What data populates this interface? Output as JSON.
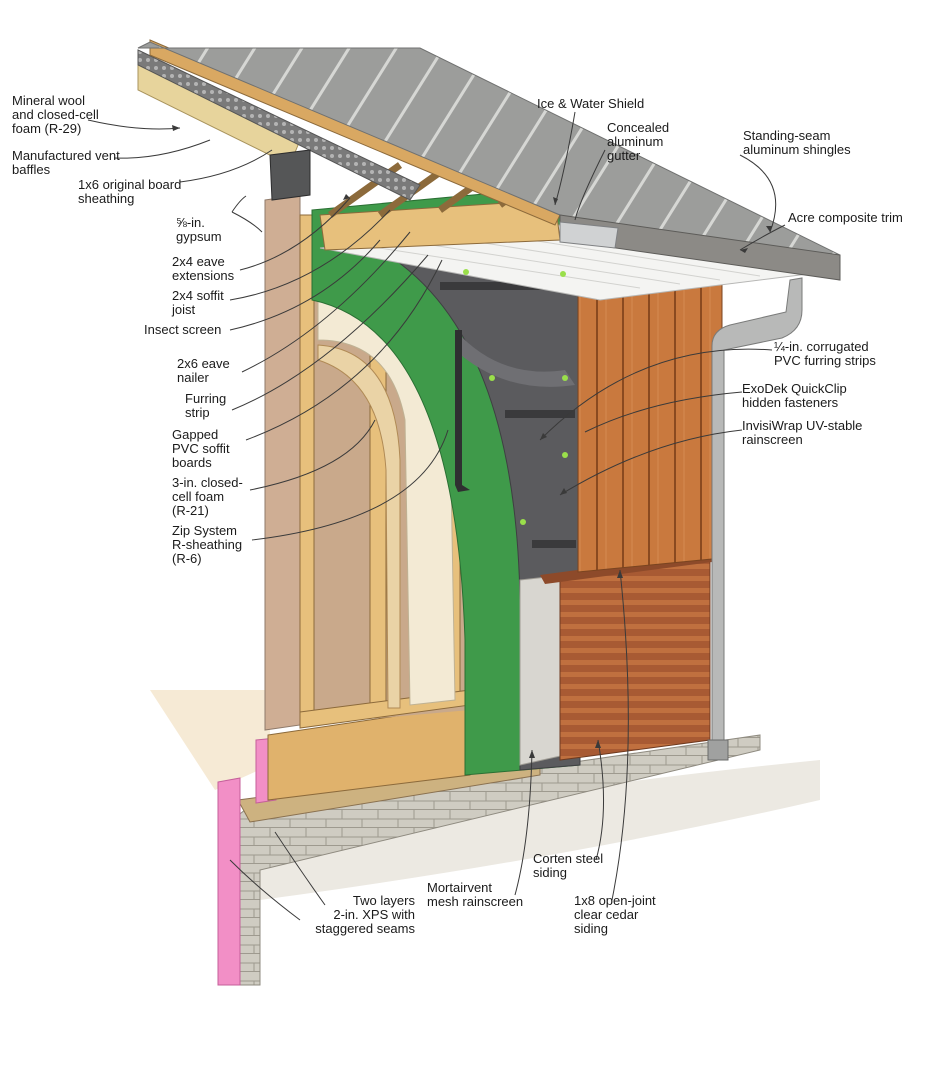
{
  "labels": {
    "mineral_wool": "Mineral wool\nand closed-cell\nfoam (R-29)",
    "vent_baffles": "Manufactured vent\nbaffles",
    "board_sheathing": "1x6 original board\nsheathing",
    "gypsum": "⅝-in.\ngypsum",
    "eave_extensions": "2x4 eave\nextensions",
    "soffit_joist": "2x4 soffit\njoist",
    "insect_screen": "Insect screen",
    "eave_nailer": "2x6 eave\nnailer",
    "furring_strip": "Furring\nstrip",
    "pvc_soffit": "Gapped\nPVC soffit\nboards",
    "closed_cell_foam": "3-in. closed-\ncell foam\n(R-21)",
    "zip_system": "Zip System\nR-sheathing\n(R-6)",
    "ice_water": "Ice & Water Shield",
    "gutter": "Concealed\naluminum\ngutter",
    "standing_seam": "Standing-seam\naluminum shingles",
    "acre_trim": "Acre composite trim",
    "pvc_furring": "¼-in. corrugated\nPVC furring strips",
    "exodek": "ExoDek QuickClip\nhidden fasteners",
    "invisiwrap": "InvisiWrap UV-stable\nrainscreen",
    "xps": "Two layers\n2-in. XPS with\nstaggered seams",
    "mortairvent": "Mortairvent\nmesh rainscreen",
    "corten": "Corten steel\nsiding",
    "cedar": "1x8 open-joint\nclear cedar\nsiding"
  },
  "colors": {
    "roof_metal": "#9c9d9b",
    "zip_green": "#3f9a4a",
    "cedar": "#c9793e",
    "corten": "#a85a33",
    "framing": "#d9b071",
    "foam": "#f3ead4",
    "xps_pink": "#f28fc6",
    "block": "#c9c6bc",
    "membrane": "#5b5b5e"
  }
}
